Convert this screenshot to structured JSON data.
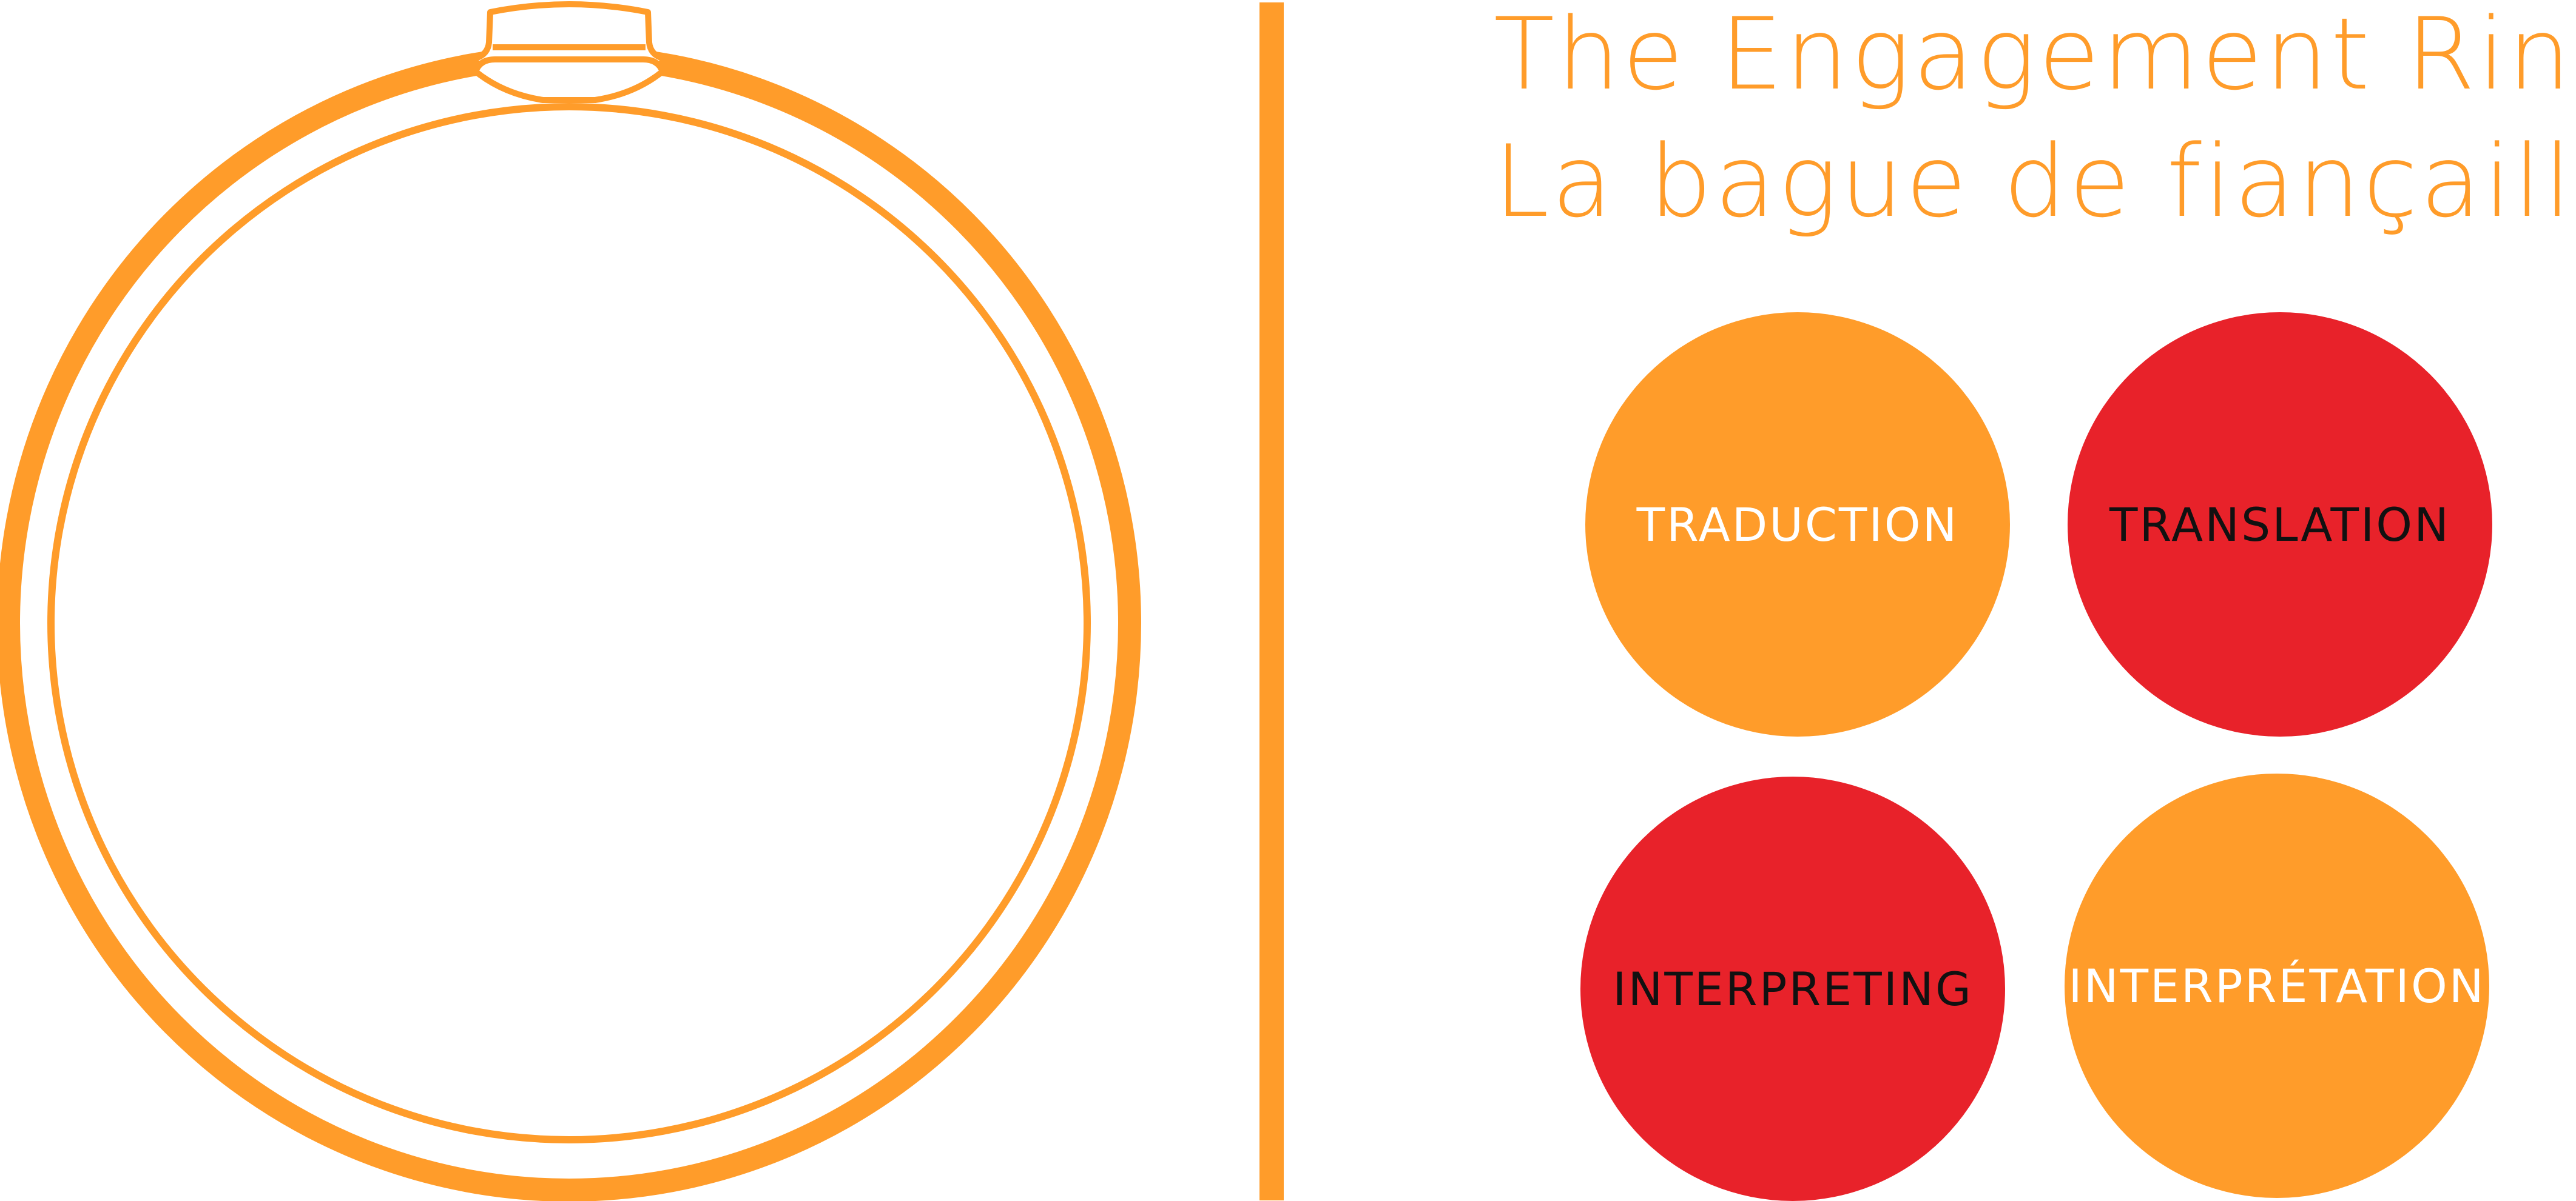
{
  "colors": {
    "orange": "#FF9C2A",
    "red": "#E8222A",
    "white": "#FFFFFF",
    "black": "#111111"
  },
  "graphic": {
    "icon": "embroidery-hoop"
  },
  "title": {
    "english": "The Engagement Ring",
    "french": "La bague de fiançailles"
  },
  "circles": [
    {
      "label": "TRADUCTION",
      "fill": "#FF9C2A",
      "text_color": "#FFFFFF"
    },
    {
      "label": "TRANSLATION",
      "fill": "#E8222A",
      "text_color": "#111111"
    },
    {
      "label": "INTERPRETING",
      "fill": "#E8222A",
      "text_color": "#111111"
    },
    {
      "label": "INTERPRÉTATION",
      "fill": "#FF9C2A",
      "text_color": "#FFFFFF"
    }
  ]
}
